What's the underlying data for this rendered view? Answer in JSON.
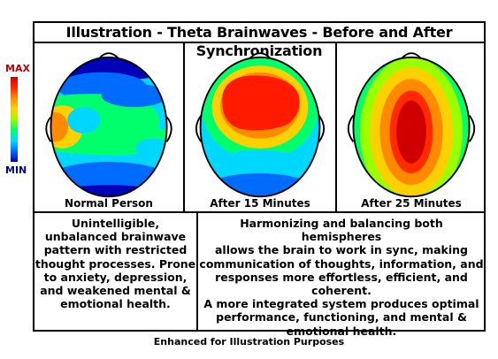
{
  "title": "Illustration - Theta Brainwaves - Before and After Synchronization",
  "scale": {
    "max_label": "MAX",
    "min_label": "MIN"
  },
  "panels": [
    {
      "label": "Normal Person"
    },
    {
      "label": "After 15 Minutes"
    },
    {
      "label": "After 25 Minutes"
    }
  ],
  "descriptions": {
    "left": [
      "Unintelligible,",
      "unbalanced brainwave",
      "pattern with restricted",
      "thought processes. Prone",
      "to anxiety, depression,",
      "and weakened mental &",
      "emotional health."
    ],
    "right": [
      "Harmonizing and balancing both hemispheres",
      "allows the brain to work in sync, making",
      "communication of thoughts, information, and",
      "responses more effortless, efficient, and coherent.",
      "A more integrated system produces optimal",
      "performance, functioning, and mental &",
      "emotional health."
    ]
  },
  "footer": "Enhanced for Illustration Purposes",
  "colors": {
    "deep_blue": "#0000b8",
    "blue": "#006cff",
    "cyan": "#00d7ff",
    "green": "#00ff6a",
    "yellow": "#ffd000",
    "orange": "#ff8a00",
    "red": "#ff1a00"
  }
}
